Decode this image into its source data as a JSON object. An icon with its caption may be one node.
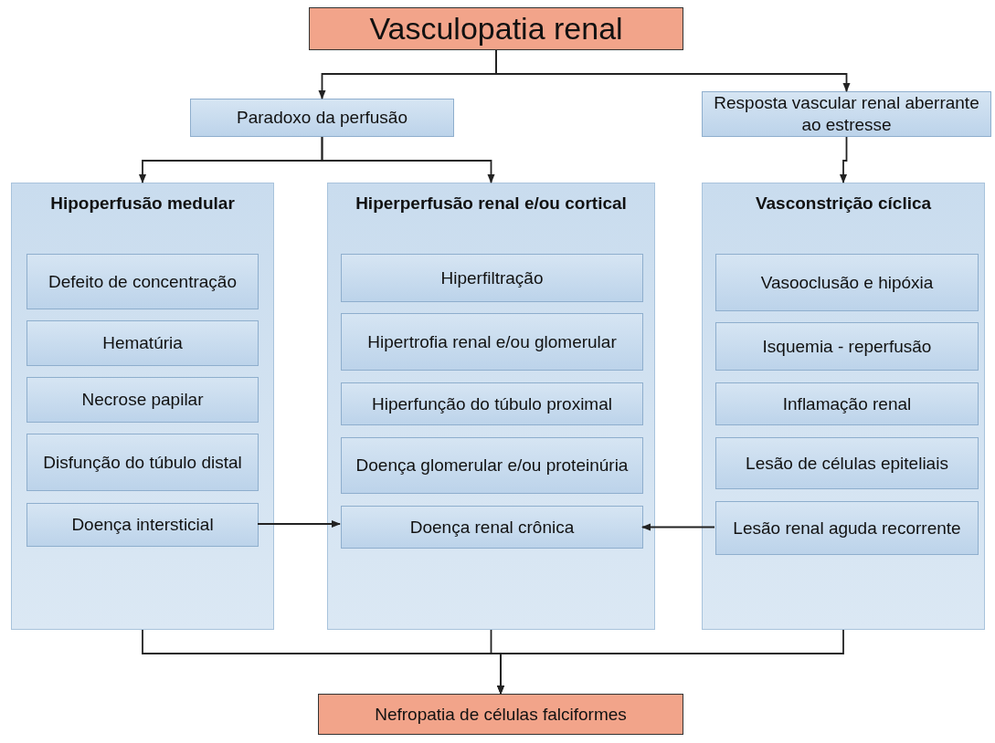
{
  "diagram": {
    "nodes": [
      {
        "text": [
          "Vasculopatia renal"
        ]
      },
      {
        "text": [
          "Paradoxo da perfusão"
        ]
      },
      {
        "text": [
          "Resposta vascular renal aberrante ao estresse"
        ]
      },
      {
        "text": [
          "Hipoperfusão medular"
        ]
      },
      {
        "text": [
          "Defeito de concentração"
        ],
        "in": 3
      },
      {
        "text": [
          "Hematúria"
        ],
        "in": 3
      },
      {
        "text": [
          "Necrose papilar"
        ],
        "in": 3
      },
      {
        "text": [
          "Disfunção do túbulo distal"
        ],
        "in": 3
      },
      {
        "text": [
          "Doença intersticial"
        ],
        "in": 3
      },
      {
        "text": [
          "Hiperperfusão renal e/ou cortical"
        ]
      },
      {
        "text": [
          "Hiperfiltração"
        ],
        "in": 9
      },
      {
        "text": [
          "Hipertrofia renal e/ou glomerular"
        ],
        "in": 9
      },
      {
        "text": [
          "Hiperfunção do túbulo proximal"
        ],
        "in": 9
      },
      {
        "text": [
          "Doença glomerular e/ou proteinúria"
        ],
        "in": 9
      },
      {
        "text": [
          "Doença renal crônica"
        ],
        "in": 9
      },
      {
        "text": [
          "Vasconstrição cíclica"
        ]
      },
      {
        "text": [
          "Vasooclusão e hipóxia"
        ],
        "in": 15
      },
      {
        "text": [
          "Isquemia - reperfusão"
        ],
        "in": 15
      },
      {
        "text": [
          "Inflamação renal"
        ],
        "in": 15
      },
      {
        "text": [
          "Lesão de células epiteliais"
        ],
        "in": 15
      },
      {
        "text": [
          "Lesão renal aguda recorrente"
        ],
        "in": 15
      },
      {
        "text": [
          "Nefropatia de células falciformes"
        ]
      }
    ],
    "edges": [
      {
        "from": 0,
        "to": 1,
        "arrow": "to"
      },
      {
        "from": 0,
        "to": 2,
        "arrow": "to"
      },
      {
        "from": 1,
        "to": 3,
        "arrow": "to"
      },
      {
        "from": 1,
        "to": 9,
        "arrow": "to"
      },
      {
        "from": 2,
        "to": 15,
        "arrow": "to"
      },
      {
        "from": 8,
        "to": 14,
        "arrow": "to"
      },
      {
        "from": 20,
        "to": 14,
        "arrow": "to"
      },
      {
        "from": 3,
        "to": 21,
        "arrow": "to"
      },
      {
        "from": 9,
        "to": 21,
        "arrow": "to"
      },
      {
        "from": 15,
        "to": 21,
        "arrow": "to"
      }
    ]
  }
}
